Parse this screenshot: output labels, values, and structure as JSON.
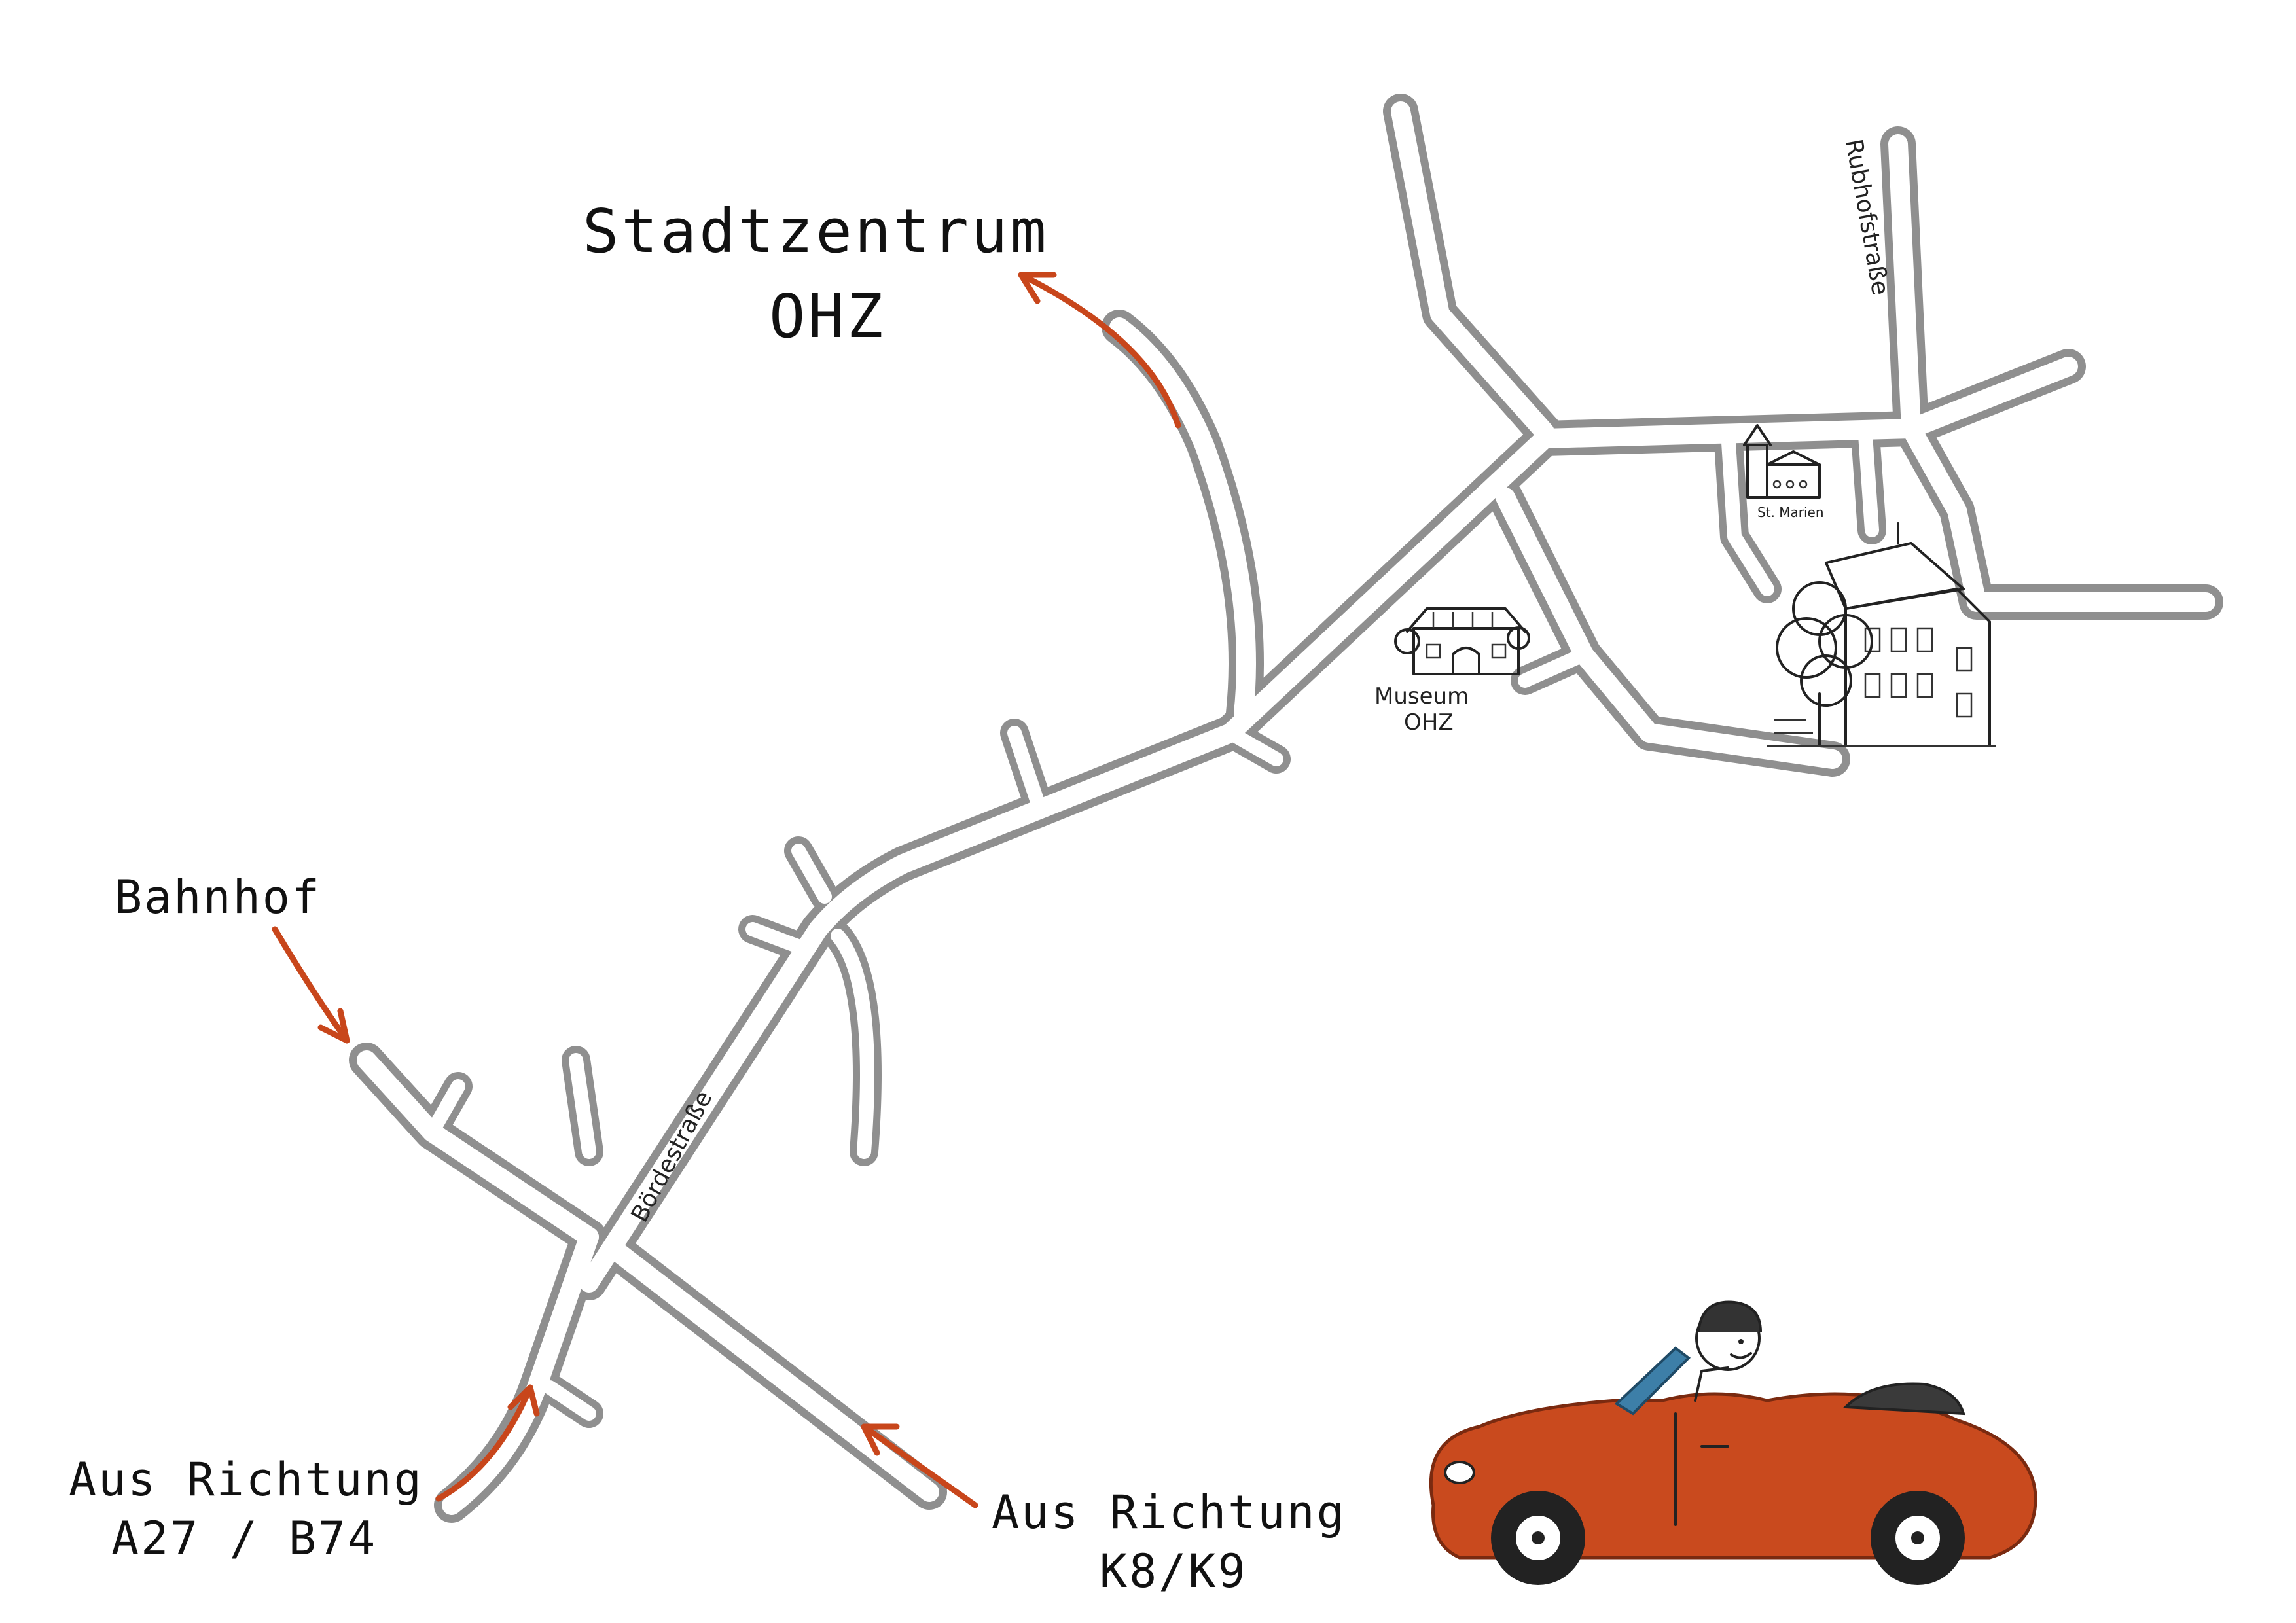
{
  "map": {
    "labels": {
      "city_center_line1": "Stadtzentrum",
      "city_center_line2": "OHZ",
      "station": "Bahnhof",
      "from_a27_line1": "Aus Richtung",
      "from_a27_line2": "A27 / B74",
      "from_k8_line1": "Aus Richtung",
      "from_k8_line2": "K8/K9",
      "museum_line1": "Museum",
      "museum_line2": "OHZ",
      "church": "St. Marien"
    },
    "streets": {
      "boerdestrasse": "Bördestraße",
      "rubhofstrasse": "Rubhofstraße"
    },
    "colors": {
      "road_edge": "#8f8f8f",
      "arrow": "#c8461b",
      "car_body": "#c94a1e",
      "car_window": "#3d7fa8"
    },
    "icons": [
      "museum-building-icon",
      "church-icon",
      "town-hall-icon",
      "convertible-car-icon"
    ]
  }
}
